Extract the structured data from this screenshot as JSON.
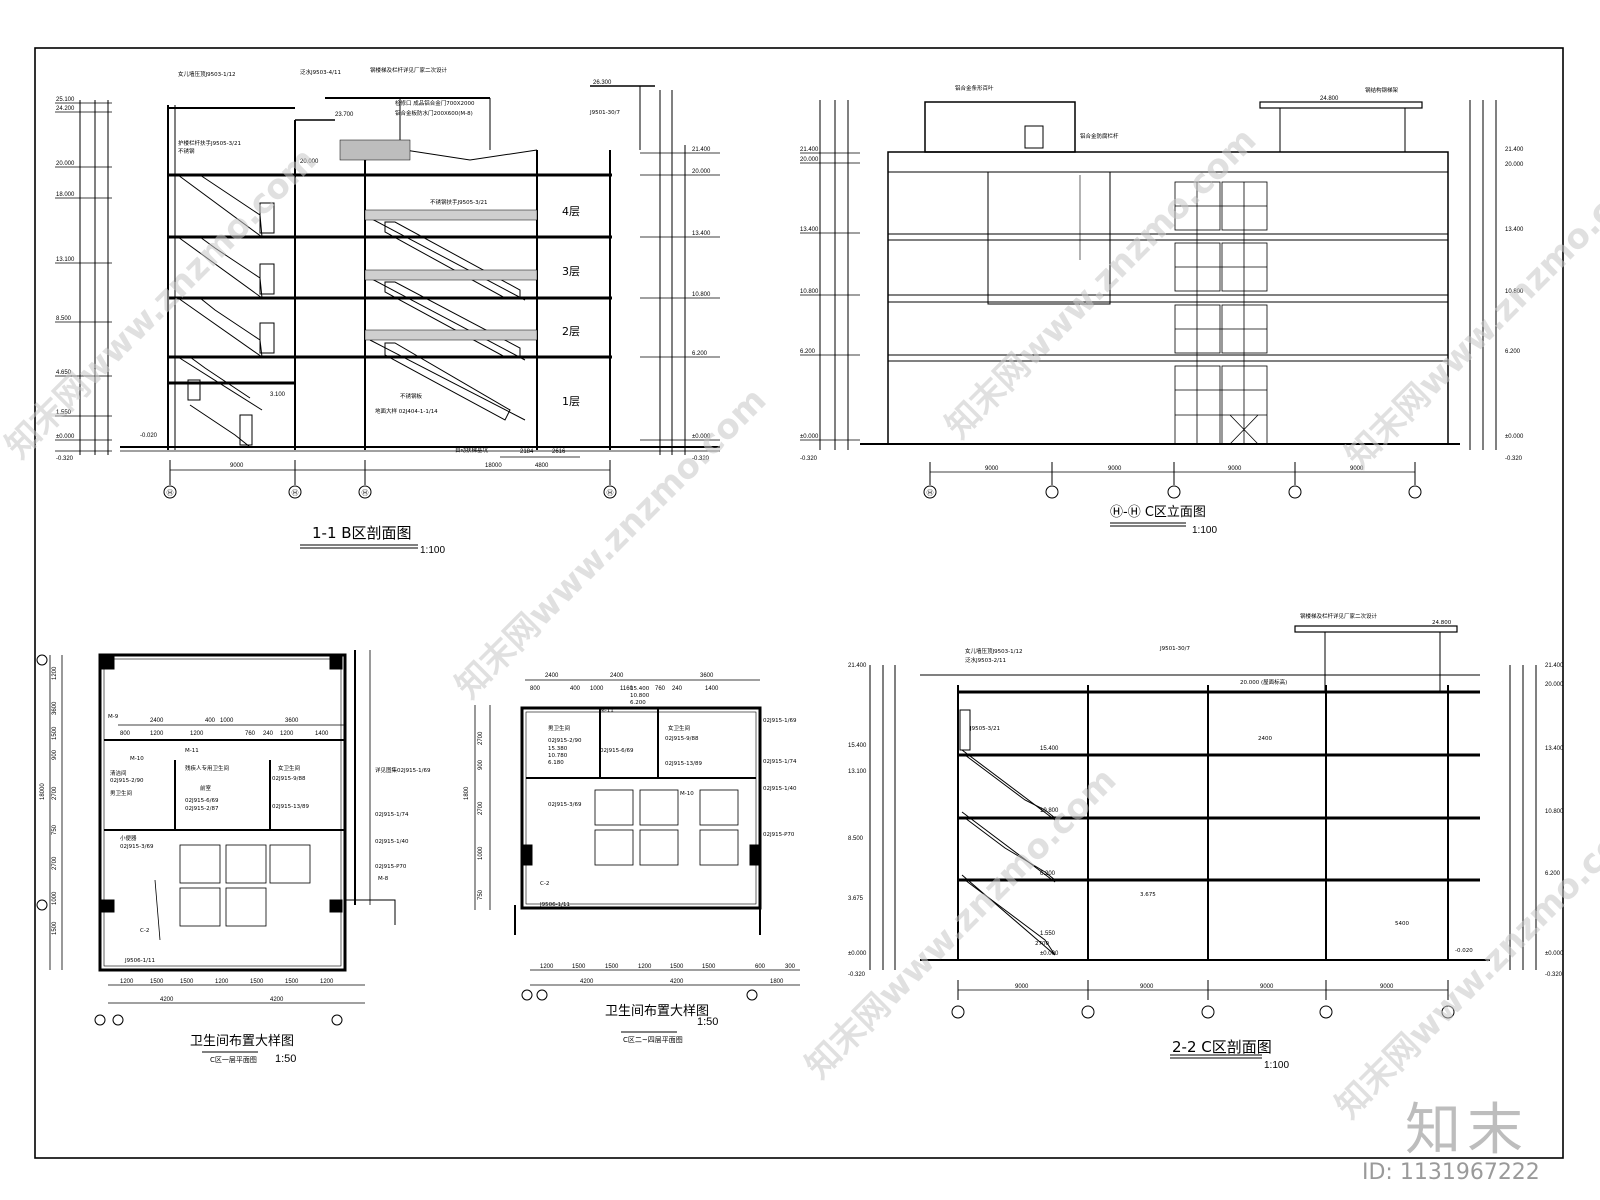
{
  "drawings": {
    "b_section": {
      "title": "1-1  B区剖面图",
      "scale": "1:100"
    },
    "c_elevation": {
      "title": "Ⓗ-Ⓗ C区立面图",
      "scale": "1:100"
    },
    "toilet_1": {
      "title": "卫生间布置大样图",
      "scale": "1:50",
      "subtitle": "C区一层平面图"
    },
    "toilet_2": {
      "title": "卫生间布置大样图",
      "scale": "1:50",
      "subtitle": "C区二~四层平面图"
    },
    "c_section": {
      "title": "2-2 C区剖面图",
      "scale": "1:100"
    }
  },
  "floor_labels": [
    "4层",
    "3层",
    "2层",
    "1层"
  ],
  "elevations": {
    "b_left": [
      "25.100",
      "24.200",
      "20.000",
      "18.000",
      "13.100",
      "8.500",
      "4.650",
      "1.550",
      "±0.000",
      "-0.320"
    ],
    "b_right": [
      "21.400",
      "20.000",
      "13.400",
      "10.800",
      "6.200",
      "±0.000",
      "-0.320"
    ],
    "c_elev_left": [
      "21.400",
      "20.000",
      "13.400",
      "10.800",
      "6.200",
      "±0.000",
      "-0.320"
    ],
    "c_elev_right": [
      "21.400",
      "20.000",
      "13.400",
      "10.800",
      "6.200",
      "±0.000",
      "-0.320"
    ],
    "c_sec_left": [
      "21.400",
      "15.400",
      "13.100",
      "8.500",
      "3.675",
      "±0.000",
      "-0.320"
    ],
    "c_sec_right": [
      "21.400",
      "20.000",
      "13.400",
      "10.800",
      "6.200",
      "±0.000",
      "-0.320"
    ],
    "misc": [
      "26.300",
      "23.700",
      "24.800",
      "20.000",
      "15.400",
      "10.800",
      "6.200",
      "3.100",
      "1.550",
      "-0.020",
      "±0.000"
    ]
  },
  "dimensions": {
    "b_bottom": [
      "9000",
      "18000",
      "4800",
      "2184",
      "2616"
    ],
    "c_elev_bottom": [
      "9000",
      "9000",
      "9000",
      "9000"
    ],
    "c_sec_bottom": [
      "9000",
      "9000",
      "9000",
      "9000"
    ],
    "t1_top": [
      "2400",
      "400",
      "1000",
      "3600"
    ],
    "t1_row": [
      "800",
      "1200",
      "1200",
      "760",
      "240",
      "1200",
      "1400"
    ],
    "t1_bottom": [
      "1200",
      "1500",
      "1500",
      "1200",
      "1500",
      "1500",
      "1200"
    ],
    "t1_bottom2": [
      "4200",
      "4200"
    ],
    "t1_left": [
      "1200",
      "3600",
      "1500",
      "900",
      "2700",
      "750",
      "2700",
      "1000",
      "1500",
      "18000"
    ],
    "t2_top": [
      "2400",
      "2400",
      "3600"
    ],
    "t2_row": [
      "800",
      "400",
      "1000",
      "1160",
      "760",
      "240",
      "1400"
    ],
    "t2_bottom": [
      "1200",
      "1500",
      "1500",
      "1200",
      "1500",
      "1500",
      "600",
      "300"
    ],
    "t2_bottom2": [
      "4200",
      "4200",
      "1800"
    ],
    "t2_left": [
      "2700",
      "900",
      "2700",
      "1000",
      "1800",
      "750"
    ]
  },
  "axes": [
    "Ⓗ",
    "Ⓗ",
    "Ⓗ",
    "Ⓗ",
    "Ⓗ"
  ],
  "annotations": {
    "b_section": [
      "女儿墙压顶J9503-1/12",
      "泛水J9503-4/11",
      "钢楼梯及栏杆详见厂家二次设计",
      "护楼栏杆扶手J9505-3/21",
      "不锈钢",
      "检修口 成品铝合金门700X2000",
      "铝合金板防水门200X600(M-8)",
      "J9501-30/7",
      "不锈钢扶手J9505-3/21",
      "不锈钢板",
      "地面大样 02J404-1-1/14",
      "自动扶梯基坑"
    ],
    "c_elevation": [
      "铝合金条形百叶",
      "铝合金防腐栏杆",
      "钢结构钢梯架"
    ],
    "toilet_1": [
      "M-9",
      "M-10",
      "M-11",
      "M-8",
      "C-2",
      "男卫生间",
      "女卫生间",
      "残疾人专用卫生间",
      "清洁间",
      "小便器",
      "前室",
      "02J915-2/90",
      "02J915-6/69",
      "02J915-2/87",
      "02J915-9/88",
      "02J915-13/89",
      "02J915-3/69",
      "详见图集02J915-1/69",
      "02J915-1/74",
      "02J915-1/40",
      "02J915-P70",
      "J9506-1/11"
    ],
    "toilet_2": [
      "M-10",
      "M-11",
      "C-2",
      "男卫生间",
      "女卫生间",
      "15.400",
      "10.800",
      "6.200",
      "15.380",
      "10.780",
      "6.180",
      "02J915-2/90",
      "02J915-6/69",
      "02J915-3/69",
      "02J915-9/88",
      "02J915-13/89",
      "02J915-1/69",
      "02J915-1/74",
      "02J915-1/40",
      "02J915-P70",
      "J9506-1/11"
    ],
    "c_section": [
      "女儿墙压顶J9503-1/12",
      "泛水J9503-2/11",
      "J9501-30/7",
      "J9505-3/21",
      "20.000 (屋面标高)",
      "钢楼梯及栏杆详见厂家二次设计",
      "24.800",
      "-0.020",
      "3.675",
      "2400",
      "2700",
      "5400"
    ]
  },
  "watermark": {
    "text": "知末网www.znzmo.com",
    "brand": "知末",
    "id_label": "ID: 1131967222"
  }
}
